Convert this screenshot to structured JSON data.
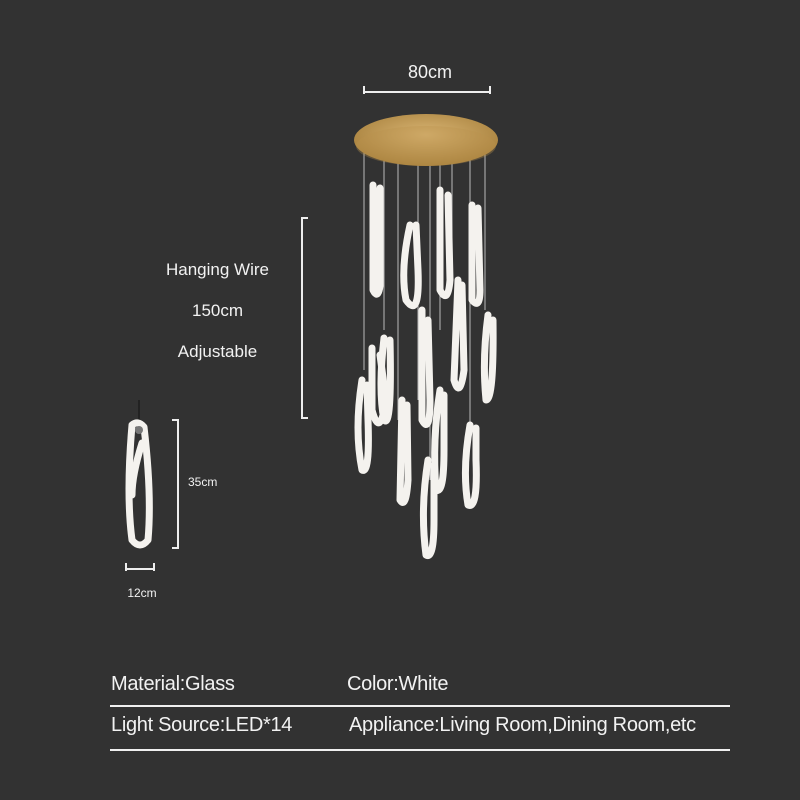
{
  "dimensions": {
    "canopy_width": "80cm",
    "hanging_wire_title": "Hanging Wire",
    "hanging_wire_length": "150cm",
    "hanging_wire_note": "Adjustable",
    "pendant_height": "35cm",
    "pendant_width": "12cm"
  },
  "specs": {
    "material": "Material:Glass",
    "color": "Color:White",
    "light_source": "Light Source:LED*14",
    "appliance": "Appliance:Living Room,Dining Room,etc"
  },
  "colors": {
    "background": "#323232",
    "canopy_gold": "#c9a45c",
    "glass_white": "#f4f2ee"
  }
}
